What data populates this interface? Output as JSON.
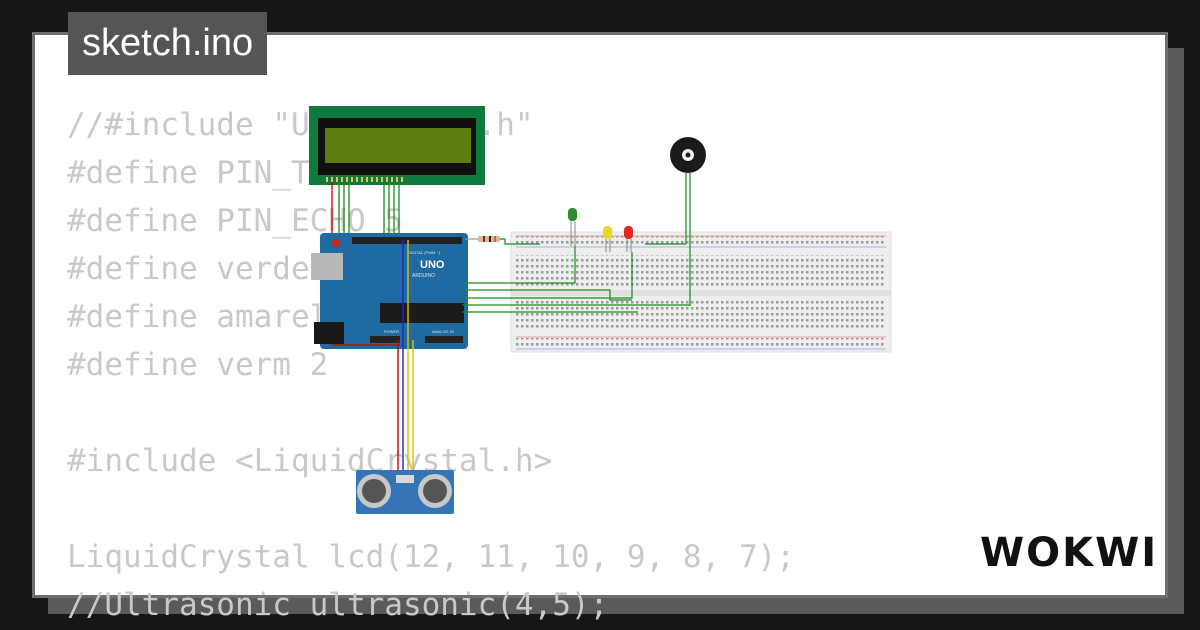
{
  "project": {
    "file_name": "sketch.ino",
    "brand": "WOKWI"
  },
  "code_lines": [
    "//#include \"Ultrasonic.h\"",
    "#define PIN_TRIGGER 4",
    "#define PIN_ECHO 5",
    "#define verde 3",
    "#define amarelo 2",
    "#define verm 2",
    "",
    "#include <LiquidCrystal.h>",
    "",
    "LiquidCrystal lcd(12, 11, 10, 9, 8, 7);",
    "//Ultrasonic ultrasonic(4,5);"
  ],
  "components": {
    "arduino": {
      "label_uno": "UNO",
      "label_brand": "ARDUINO",
      "label_digital": "DIGITAL (PWM ~)",
      "label_analog": "ANALOG IN",
      "label_power": "POWER"
    },
    "lcd": {
      "type": "LCD 16x2"
    },
    "leds": [
      {
        "color": "#2e8b2e"
      },
      {
        "color": "#e8d826"
      },
      {
        "color": "#e02626"
      }
    ],
    "resistor": {
      "type": "resistor"
    },
    "buzzer": {
      "type": "buzzer"
    },
    "ultrasonic": {
      "type": "HC-SR04"
    },
    "breadboard": {
      "type": "breadboard"
    }
  },
  "colors": {
    "background": "#161616",
    "card": "#ffffff",
    "title_tab": "#555555",
    "code_text": "#c9c9c9",
    "lcd_board": "#0e7a3c",
    "lcd_screen": "#5f7d0f",
    "arduino_board": "#1f6aa0",
    "breadboard": "#eeeeee",
    "wire_green": "#1a8a1a",
    "wire_red": "#cc0000",
    "wire_blue": "#2222cc",
    "wire_yellow": "#e0c000"
  }
}
